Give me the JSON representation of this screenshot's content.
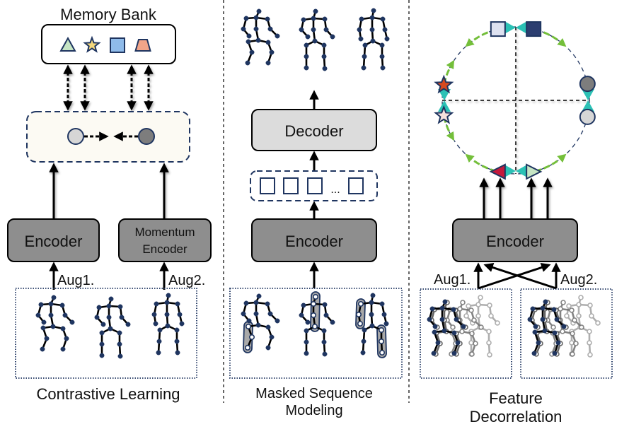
{
  "colors": {
    "navy": "#1f3560",
    "encoder_fill": "#8e8e8e",
    "decoder_fill": "#dcdcdc",
    "proj_fill": "#fcfaf3",
    "teal": "#2bc1b5",
    "green": "#74bf3a",
    "light_circle": "#d6d6d6",
    "dark_circle": "#7d7d7d"
  },
  "panels": [
    {
      "id": "contrastive",
      "caption": "Contrastive Learning",
      "memory_bank": {
        "title": "Memory Bank",
        "items": [
          {
            "shape": "triangle",
            "fill": "#c6e5c4"
          },
          {
            "shape": "star",
            "fill": "#f3d77c"
          },
          {
            "shape": "square",
            "fill": "#8fbbea"
          },
          {
            "shape": "trapezoid",
            "fill": "#f2a589"
          }
        ]
      },
      "encoder_label": "Encoder",
      "momentum_label_line1": "Momentum",
      "momentum_label_line2": "Encoder",
      "aug1": "Aug1.",
      "aug2": "Aug2."
    },
    {
      "id": "masked",
      "caption_line1": "Masked Sequence",
      "caption_line2": "Modeling",
      "decoder_label": "Decoder",
      "encoder_label": "Encoder",
      "token_ellipsis": "..."
    },
    {
      "id": "decorrelation",
      "caption_line1": "Feature",
      "caption_line2": "Decorrelation",
      "encoder_label": "Encoder",
      "aug1": "Aug1.",
      "aug2": "Aug2.",
      "ring_nodes": [
        {
          "shape": "square",
          "fill": "#dde1f0",
          "position": "top-left"
        },
        {
          "shape": "square",
          "fill": "#2c3e70",
          "position": "top-right"
        },
        {
          "shape": "circle",
          "fill": "#7d7d7d",
          "position": "right-upper"
        },
        {
          "shape": "circle",
          "fill": "#d6d6d6",
          "position": "right-lower"
        },
        {
          "shape": "triangle",
          "fill": "#c6e5c4",
          "position": "bottom-right"
        },
        {
          "shape": "triangle",
          "fill": "#c4193c",
          "position": "bottom-left"
        },
        {
          "shape": "star",
          "fill": "#f7e1dc",
          "position": "left-lower"
        },
        {
          "shape": "star",
          "fill": "#d84a1f",
          "position": "left-upper"
        }
      ]
    }
  ]
}
